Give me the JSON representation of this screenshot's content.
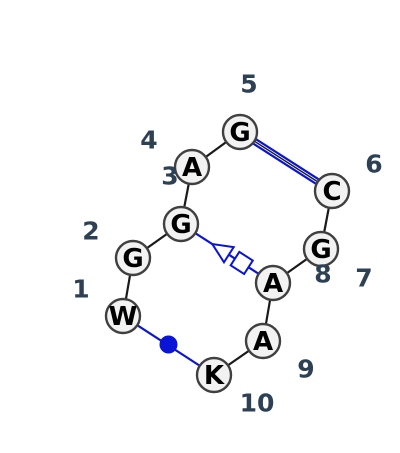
{
  "colors": {
    "backbone": "#1a1a1a",
    "pair": "#0a14d6",
    "position_label": "#2e4054",
    "node_fill": "#f2f2f2",
    "node_stroke": "#404040"
  },
  "nucleotides": [
    {
      "position": "1",
      "letter": "W"
    },
    {
      "position": "2",
      "letter": "G"
    },
    {
      "position": "3",
      "letter": "G"
    },
    {
      "position": "4",
      "letter": "A"
    },
    {
      "position": "5",
      "letter": "G"
    },
    {
      "position": "6",
      "letter": "C"
    },
    {
      "position": "7",
      "letter": "G"
    },
    {
      "position": "8",
      "letter": "A"
    },
    {
      "position": "9",
      "letter": "A"
    },
    {
      "position": "10",
      "letter": "K"
    }
  ],
  "backbone_links": [
    [
      "1",
      "2"
    ],
    [
      "2",
      "3"
    ],
    [
      "3",
      "4"
    ],
    [
      "4",
      "5"
    ],
    [
      "6",
      "7"
    ],
    [
      "7",
      "8"
    ],
    [
      "8",
      "9"
    ],
    [
      "9",
      "10"
    ]
  ],
  "base_pairs": [
    {
      "from": "5",
      "to": "6",
      "type": "watson-crick",
      "symbol": "double-line"
    },
    {
      "from": "3",
      "to": "8",
      "type": "non-canonical",
      "symbol": "triangle-square"
    },
    {
      "from": "1",
      "to": "10",
      "type": "wobble",
      "symbol": "filled-circle"
    }
  ]
}
